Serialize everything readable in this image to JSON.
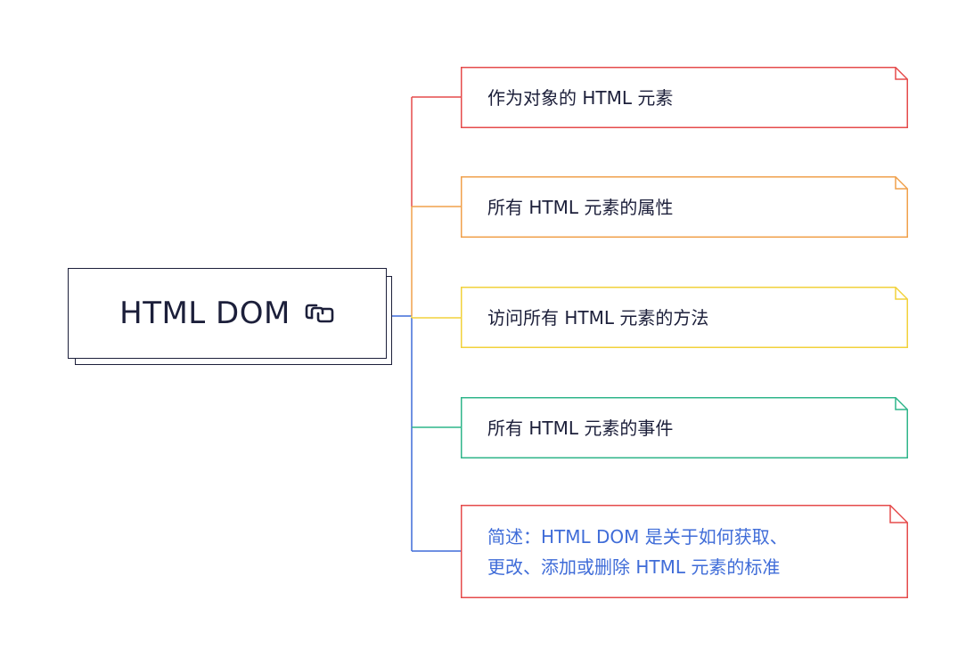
{
  "root": {
    "title": "HTML DOM",
    "icon": "link-icon",
    "border_color": "#1c1f3a"
  },
  "branches": [
    {
      "label": "作为对象的 HTML 元素",
      "color": "#e54b4b"
    },
    {
      "label": "所有 HTML 元素的属性",
      "color": "#f0a04b"
    },
    {
      "label": "访问所有 HTML 元素的方法",
      "color": "#f2d23b"
    },
    {
      "label": "所有 HTML 元素的事件",
      "color": "#2fb58a"
    },
    {
      "label_lines": [
        "简述：HTML DOM 是关于如何获取、",
        "更改、添加或删除 HTML 元素的标准"
      ],
      "color": "#e54b4b",
      "text_color": "#3f6cd8",
      "connector_color": "#3f6cd8"
    }
  ]
}
